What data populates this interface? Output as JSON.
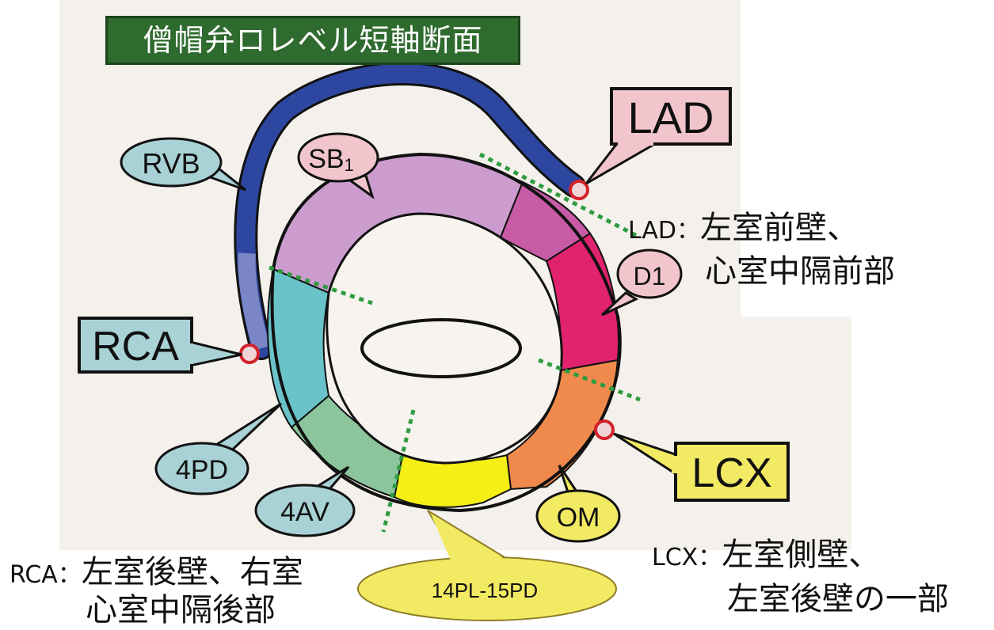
{
  "title": "僧帽弁ロレベル短軸断面",
  "labels": {
    "lad_box": "LAD",
    "rca_box": "RCA",
    "lcx_box": "LCX",
    "rvb": "RVB",
    "sb1_main": "SB",
    "sb1_sub": "1",
    "d1": "D1",
    "pd4": "4PD",
    "av4": "4AV",
    "om": "OM",
    "pl_pd": "14PL-15PD"
  },
  "captions": {
    "lad_prefix": "LAD：",
    "lad_line1": "左室前壁、",
    "lad_line2": "心室中隔前部",
    "lcx_prefix": "LCX：",
    "lcx_line1": "左室側壁、",
    "lcx_line2": "左室後壁の一部",
    "rca_prefix": "RCA：",
    "rca_line1": "左室後壁、右室",
    "rca_line2": "心室中隔後部"
  },
  "colors": {
    "lad_territory": "#c85ba6",
    "d1_territory": "#e0226f",
    "sb1_territory": "#cc9ccf",
    "rca_territory": "#6ac3c9",
    "av4_territory": "#8cc59c",
    "pl_pd_territory": "#f5ef16",
    "om_territory": "#ef8a4c",
    "rv_wall": "#2d47a0",
    "title_bg": "#2f6a2e",
    "pink_callout": "#f2c5cc",
    "yellow_callout": "#f2ea63",
    "teal_callout": "#a9d2d6"
  }
}
